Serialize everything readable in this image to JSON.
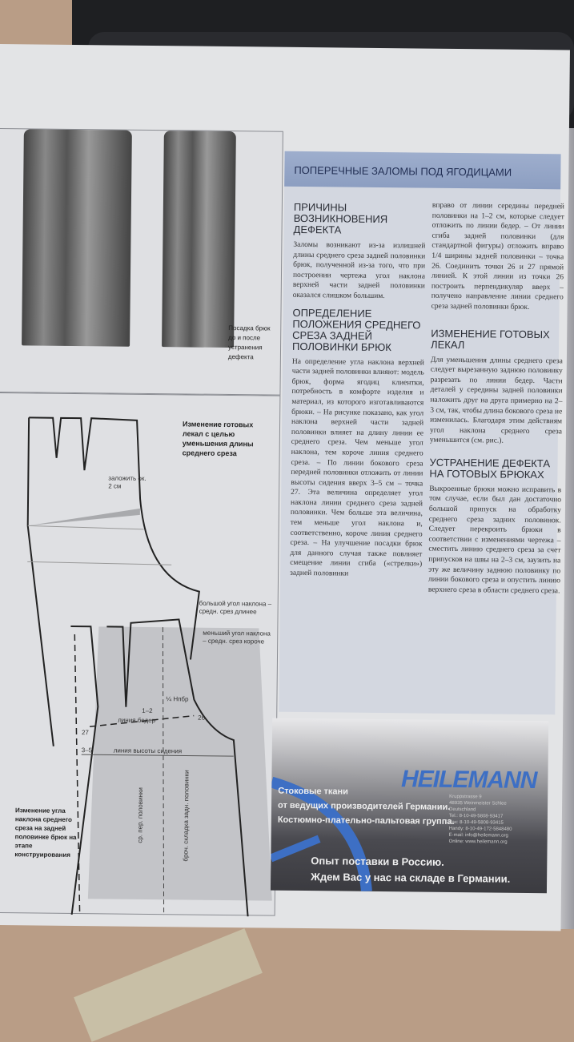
{
  "photos": {
    "caption": "Посадка брюк до и после устранения дефекта"
  },
  "diagram": {
    "caption_top": "Изменение готовых лекал с целью уменьшения длины среднего среза",
    "label_fold": "заложить ок. 2 см",
    "label_large_angle": "большой угол наклона – средн. срез длинее",
    "label_small_angle": "меньший угол наклона – средн. срез короче",
    "label_12": "1–2",
    "label_quarter": "¼ Нпбр",
    "label_hip_line": "линия бедер",
    "label_27": "27",
    "label_26": "26",
    "label_35": "3–5",
    "label_seat_line": "линия высоты сидения",
    "label_front_mid": "ср. пер. половинки",
    "label_back_fold": "броч. складка задн. половинки",
    "caption_bottom": "Изменение угла наклона среднего среза на задней половинке брюк на этапе конструирования"
  },
  "article": {
    "title": "ПОПЕРЕЧНЫЕ ЗАЛОМЫ ПОД ЯГОДИЦАМИ",
    "sections": [
      {
        "heading": "ПРИЧИНЫ ВОЗНИКНОВЕНИЯ ДЕФЕКТА",
        "text": "Заломы возникают из-за излишней длины среднего среза задней половинки брюк, полученной из-за того, что при построении чертежа угол наклона верхней части задней половинки оказался слишком большим."
      },
      {
        "heading": "ОПРЕДЕЛЕНИЕ ПОЛОЖЕНИЯ СРЕДНЕГО СРЕЗА ЗАДНЕЙ ПОЛОВИНКИ БРЮК",
        "text": "На определение угла наклона верхней части задней половинки влияют: модель брюк, форма ягодиц клиентки, потребность в комфорте изделия и материал, из которого изготавливаются брюки. – На рисунке показано, как угол наклона верхней части задней половинки влияет на длину линии ее среднего среза. Чем меньше угол наклона, тем короче линия среднего среза. – По линии бокового среза передней половинки отложить от линии высоты сидения вверх 3–5 см – точка 27. Эта величина определяет угол наклона линии среднего среза задней половинки. Чем больше эта величина, тем меньше угол наклона и, соответственно, короче линия среднего среза. – На улучшение посадки брюк для данного случая также повлияет смещение линии сгиба («стрелки») задней половинки"
      },
      {
        "heading": "",
        "text": "вправо от линии середины передней половинки на 1–2 см, которые следует отложить по линии бедер. – От линии сгиба задней половинки (для стандартной фигуры) отложить вправо 1/4 ширины задней половинки – точка 26. Соединить точки 26 и 27 прямой линией. К этой линии из точки 26 построить перпендикуляр вверх – получено направление линии среднего среза задней половинки брюк."
      },
      {
        "heading": "ИЗМЕНЕНИЕ ГОТОВЫХ ЛЕКАЛ",
        "text": "Для уменьшения длины среднего среза следует вырезанную заднюю половинку разрезать по линии бедер. Части деталей у середины задней половинки наложить друг на друга примерно на 2–3 см, так, чтобы длина бокового среза не изменилась. Благодаря этим действиям угол наклона среднего среза уменьшится (см. рис.)."
      },
      {
        "heading": "УСТРАНЕНИЕ ДЕФЕКТА НА ГОТОВЫХ БРЮКАХ",
        "text": "Выкроенные брюки можно исправить в том случае, если был дан достаточно большой припуск на обработку среднего среза задних половинок. Следует перекроить брюки в соответствии с изменениями чертежа – сместить линию среднего среза за счет припусков на швы на 2–3 см, заузить на эту же величину заднюю половинку по линии бокового среза и опустить линию верхнего среза в области среднего среза."
      }
    ]
  },
  "ad": {
    "logo": "HEILEMANN",
    "line1": "Стоковые ткани",
    "line2": "от ведущих производителей Германии.",
    "line3": "Костюмно-плательно-пальтовая группа.",
    "address": [
      "Kruppstrasse 9",
      "48935 Weinmeister Schlee",
      "Deutschland",
      "Tel.: 8-10-49-5808-93417",
      "Fax: 8-10-49-5808-93415",
      "Handy: 8-10-49-172-5848480",
      "E-mail: info@heilemann.org",
      "Online: www.heilemann.org"
    ],
    "slogan1": "Опыт поставки в Россию.",
    "slogan2": "Ждем Вас у нас на складе в Германии."
  }
}
